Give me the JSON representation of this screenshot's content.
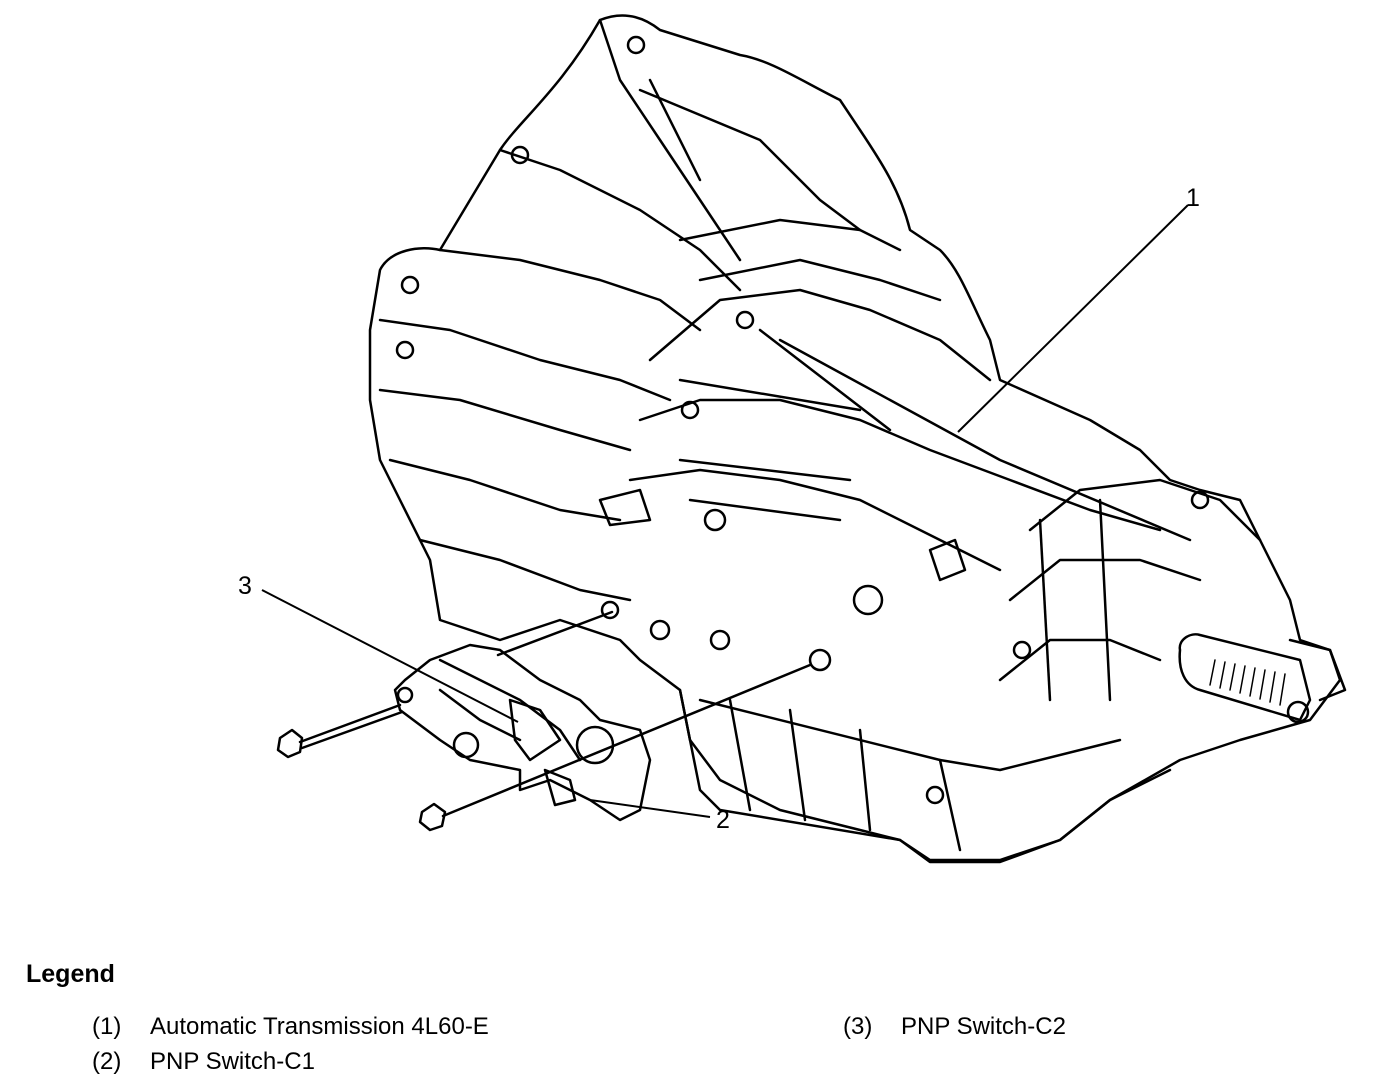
{
  "callouts": [
    {
      "id": "1",
      "label": "1"
    },
    {
      "id": "2",
      "label": "2"
    },
    {
      "id": "3",
      "label": "3"
    }
  ],
  "legend": {
    "title": "Legend",
    "items": [
      {
        "num": "(1)",
        "text": "Automatic Transmission 4L60-E"
      },
      {
        "num": "(2)",
        "text": "PNP Switch-C1"
      },
      {
        "num": "(3)",
        "text": "PNP Switch-C2"
      }
    ]
  }
}
